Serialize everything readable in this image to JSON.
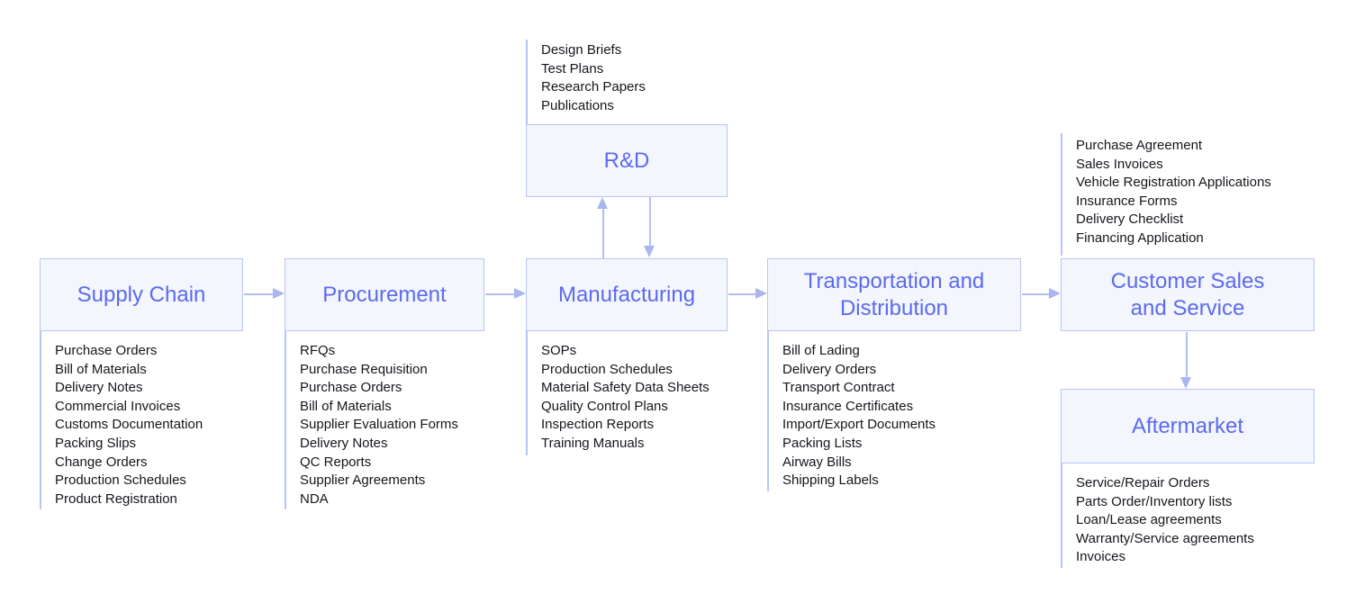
{
  "diagram": {
    "background": "#ffffff",
    "colors": {
      "box_fill": "#f4f6fe",
      "box_border": "#b9c4f3",
      "title_text": "#5b6aee",
      "doc_text": "#14161c",
      "arrow": "#a9b6f0"
    },
    "nodes": {
      "rnd": {
        "label": "R&D",
        "docs": [
          "Design Briefs",
          "Test Plans",
          "Research Papers",
          "Publications"
        ]
      },
      "supply_chain": {
        "label": "Supply Chain",
        "docs": [
          "Purchase Orders",
          "Bill of Materials",
          "Delivery Notes",
          "Commercial Invoices",
          "Customs Documentation",
          "Packing Slips",
          "Change Orders",
          "Production Schedules",
          "Product Registration"
        ]
      },
      "procurement": {
        "label": "Procurement",
        "docs": [
          "RFQs",
          "Purchase Requisition",
          "Purchase Orders",
          "Bill of Materials",
          "Supplier Evaluation Forms",
          "Delivery Notes",
          "QC Reports",
          "Supplier Agreements",
          "NDA"
        ]
      },
      "manufacturing": {
        "label": "Manufacturing",
        "docs": [
          "SOPs",
          "Production Schedules",
          "Material Safety Data Sheets",
          "Quality Control Plans",
          "Inspection Reports",
          "Training Manuals"
        ]
      },
      "transportation": {
        "label": "Transportation and Distribution",
        "docs": [
          "Bill of Lading",
          "Delivery Orders",
          "Transport Contract",
          "Insurance Certificates",
          "Import/Export Documents",
          "Packing Lists",
          "Airway Bills",
          "Shipping Labels"
        ]
      },
      "customer_sales": {
        "label": "Customer Sales and Service",
        "docs": [
          "Purchase Agreement",
          "Sales Invoices",
          "Vehicle Registration Applications",
          "Insurance Forms",
          "Delivery Checklist",
          "Financing Application"
        ]
      },
      "aftermarket": {
        "label": "Aftermarket",
        "docs": [
          "Service/Repair Orders",
          "Parts Order/Inventory lists",
          "Loan/Lease agreements",
          "Warranty/Service agreements",
          "Invoices"
        ]
      }
    },
    "edges": [
      {
        "from": "Supply Chain",
        "to": "Procurement"
      },
      {
        "from": "Procurement",
        "to": "Manufacturing"
      },
      {
        "from": "Manufacturing",
        "to": "R&D"
      },
      {
        "from": "R&D",
        "to": "Manufacturing"
      },
      {
        "from": "Manufacturing",
        "to": "Transportation and Distribution"
      },
      {
        "from": "Transportation and Distribution",
        "to": "Customer Sales and Service"
      },
      {
        "from": "Customer Sales and Service",
        "to": "Aftermarket"
      }
    ]
  }
}
